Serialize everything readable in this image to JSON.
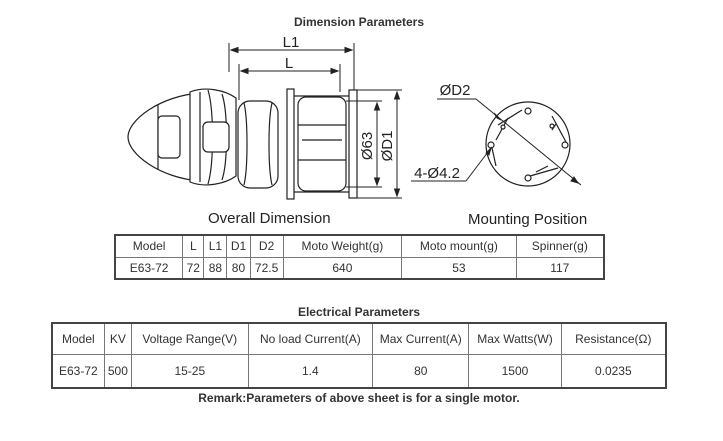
{
  "section1": {
    "title": "Dimension  Parameters"
  },
  "drawing": {
    "labels": {
      "l1": "L1",
      "l": "L",
      "d63": "Ø63",
      "d1": "ØD1",
      "d2": "ØD2",
      "holes": "4-Ø4.2"
    },
    "caption_left": "Overall Dimension",
    "caption_right": "Mounting Position"
  },
  "dimension_table": {
    "headers": [
      "Model",
      "L",
      "L1",
      "D1",
      "D2",
      "Moto Weight(g)",
      "Moto mount(g)",
      "Spinner(g)"
    ],
    "rows": [
      [
        "E63-72",
        "72",
        "88",
        "80",
        "72.5",
        "640",
        "53",
        "117"
      ]
    ]
  },
  "section2": {
    "title": "Electrical  Parameters"
  },
  "electrical_table": {
    "headers": [
      "Model",
      "KV",
      "Voltage Range(V)",
      "No load Current(A)",
      "Max Current(A)",
      "Max Watts(W)",
      "Resistance(Ω)"
    ],
    "rows": [
      [
        "E63-72",
        "500",
        "15-25",
        "1.4",
        "80",
        "1500",
        "0.0235"
      ]
    ]
  },
  "remark": "Remark:Parameters of above sheet is for a single motor."
}
